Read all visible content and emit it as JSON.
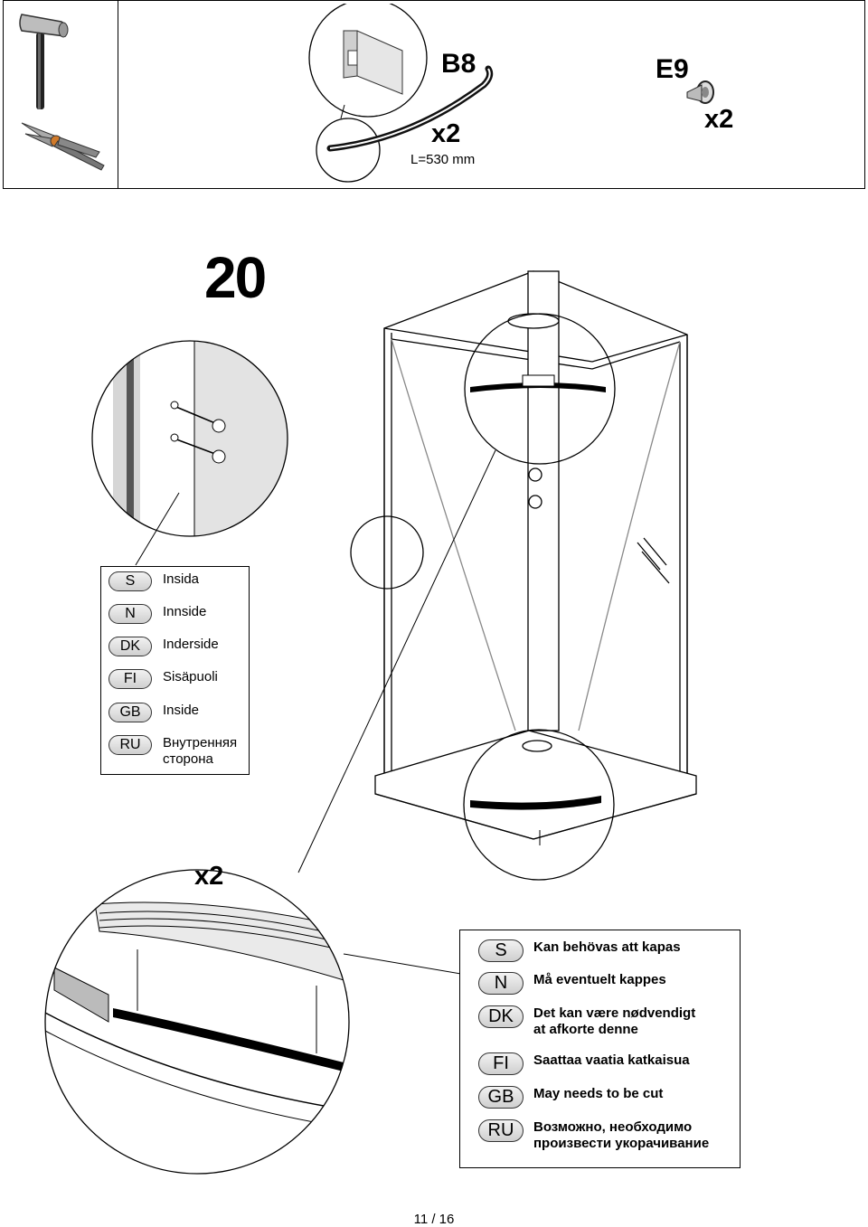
{
  "header": {
    "parts": [
      {
        "code": "B8",
        "qty": "x2",
        "length": "L=530 mm"
      },
      {
        "code": "E9",
        "qty": "x2"
      }
    ],
    "tools": [
      "hammer-icon",
      "pruning-shears-icon"
    ]
  },
  "step": {
    "number": "20",
    "detail_qty": "x2"
  },
  "legend_inside": [
    {
      "code": "S",
      "text": "Insida"
    },
    {
      "code": "N",
      "text": "Innside"
    },
    {
      "code": "DK",
      "text": "Inderside"
    },
    {
      "code": "FI",
      "text": "Sisäpuoli"
    },
    {
      "code": "GB",
      "text": "Inside"
    },
    {
      "code": "RU",
      "text": "Внутренняя",
      "text2": "сторона"
    }
  ],
  "legend_cut": [
    {
      "code": "S",
      "text": "Kan behövas att kapas"
    },
    {
      "code": "N",
      "text": "Må eventuelt kappes"
    },
    {
      "code": "DK",
      "text": "Det kan være nødvendigt",
      "text2": "at afkorte denne"
    },
    {
      "code": "FI",
      "text": "Saattaa vaatia katkaisua"
    },
    {
      "code": "GB",
      "text": "May needs to be cut"
    },
    {
      "code": "RU",
      "text": "Возможно, необходимо",
      "text2": "произвести укорачивание"
    }
  ],
  "footer": {
    "page": "11 / 16"
  }
}
